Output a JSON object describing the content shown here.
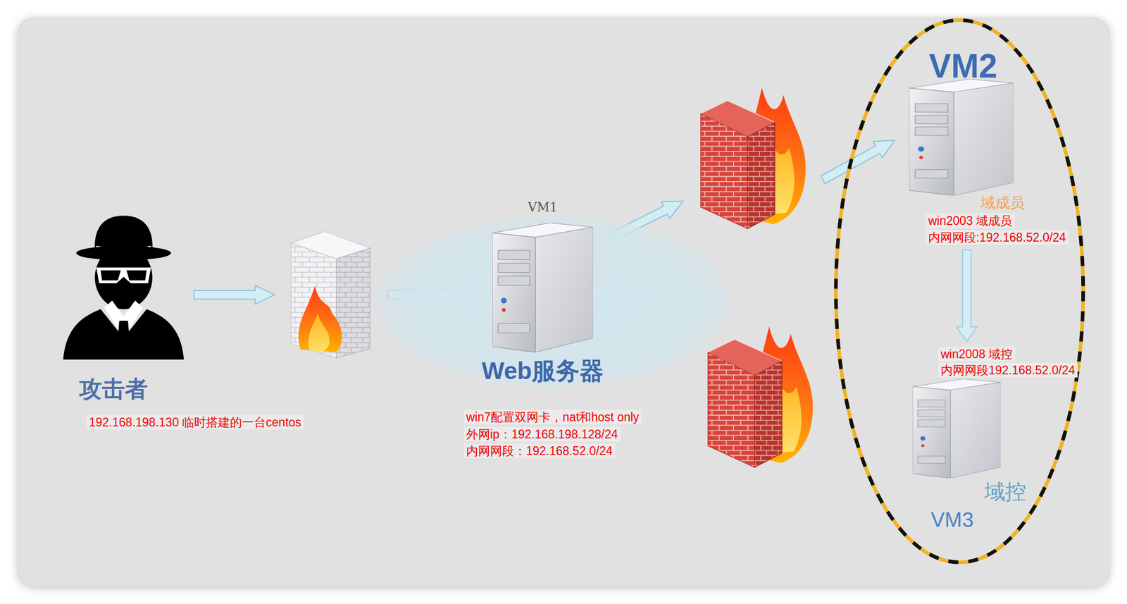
{
  "diagram": {
    "nodes": [
      {
        "text": [
          "攻击者",
          "192.168.198.130 临时搭建的一台centos"
        ]
      },
      {
        "text": [
          "VM1",
          "Web服务器",
          "win7配置双网卡，nat和host only",
          "外网ip：192.168.198.128/24",
          "内网网段：192.168.52.0/24"
        ]
      },
      {
        "text": [
          "VM2",
          "域成员",
          "win2003 域成员",
          "内网网段:192.168.52.0/24"
        ]
      },
      {
        "text": [
          "win2008 域控",
          "内网网段192.168.52.0/24",
          "域控",
          "VM3"
        ]
      }
    ],
    "edges": [
      {
        "from": 2,
        "to": 3,
        "arrow": "to"
      }
    ]
  }
}
